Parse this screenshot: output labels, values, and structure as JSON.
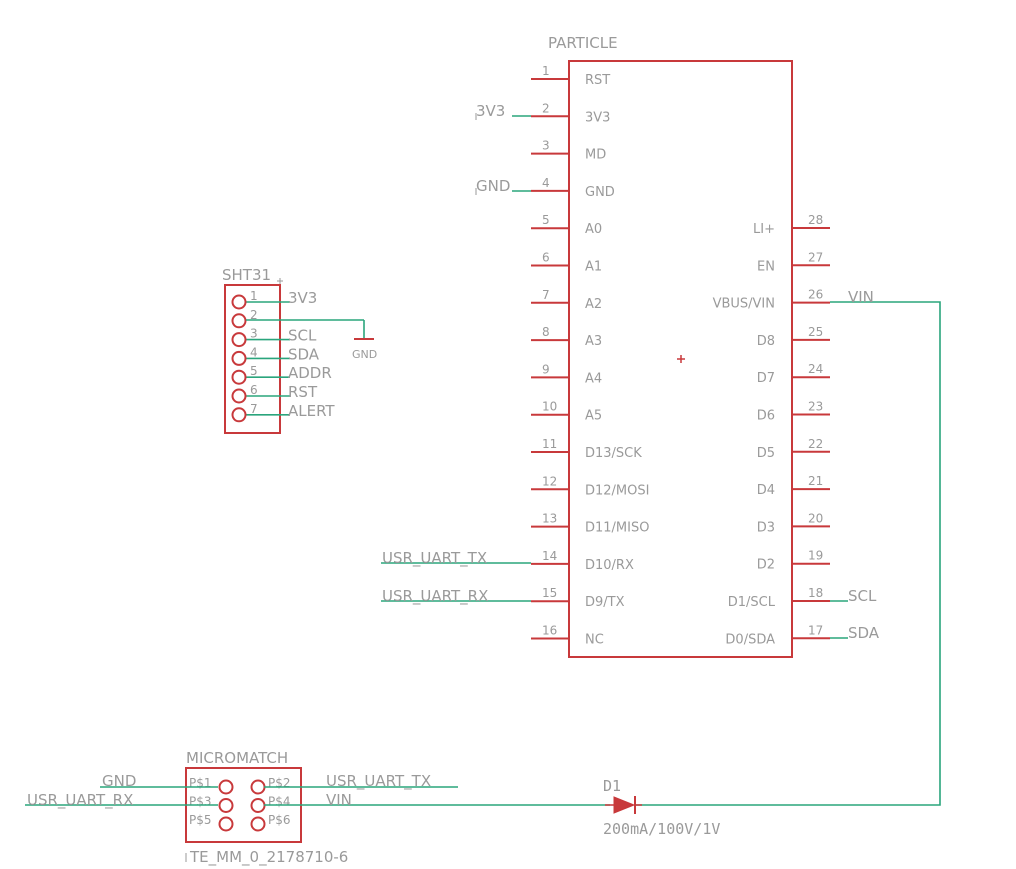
{
  "particle": {
    "name": "PARTICLE",
    "left_pins": [
      {
        "num": "1",
        "label": "RST"
      },
      {
        "num": "2",
        "label": "3V3"
      },
      {
        "num": "3",
        "label": "MD"
      },
      {
        "num": "4",
        "label": "GND"
      },
      {
        "num": "5",
        "label": "A0"
      },
      {
        "num": "6",
        "label": "A1"
      },
      {
        "num": "7",
        "label": "A2"
      },
      {
        "num": "8",
        "label": "A3"
      },
      {
        "num": "9",
        "label": "A4"
      },
      {
        "num": "10",
        "label": "A5"
      },
      {
        "num": "11",
        "label": "D13/SCK"
      },
      {
        "num": "12",
        "label": "D12/MOSI"
      },
      {
        "num": "13",
        "label": "D11/MISO"
      },
      {
        "num": "14",
        "label": "D10/RX"
      },
      {
        "num": "15",
        "label": "D9/TX"
      },
      {
        "num": "16",
        "label": "NC"
      }
    ],
    "right_pins": [
      {
        "num": "28",
        "label": "LI+"
      },
      {
        "num": "27",
        "label": "EN"
      },
      {
        "num": "26",
        "label": "VBUS/VIN"
      },
      {
        "num": "25",
        "label": "D8"
      },
      {
        "num": "24",
        "label": "D7"
      },
      {
        "num": "23",
        "label": "D6"
      },
      {
        "num": "22",
        "label": "D5"
      },
      {
        "num": "21",
        "label": "D4"
      },
      {
        "num": "20",
        "label": "D3"
      },
      {
        "num": "19",
        "label": "D2"
      },
      {
        "num": "18",
        "label": "D1/SCL"
      },
      {
        "num": "17",
        "label": "D0/SDA"
      }
    ],
    "nets": {
      "pin2": "3V3",
      "pin4": "GND",
      "pin14": "USR_UART_TX",
      "pin15": "USR_UART_RX",
      "pin26": "VIN",
      "pin18": "SCL",
      "pin17": "SDA"
    }
  },
  "sht31": {
    "name": "SHT31",
    "pins": [
      {
        "num": "1",
        "net": "3V3"
      },
      {
        "num": "2",
        "net": ""
      },
      {
        "num": "3",
        "net": "SCL"
      },
      {
        "num": "4",
        "net": "SDA"
      },
      {
        "num": "5",
        "net": "ADDR"
      },
      {
        "num": "6",
        "net": "RST"
      },
      {
        "num": "7",
        "net": "ALERT"
      }
    ],
    "gnd_label": "GND"
  },
  "micromatch": {
    "name": "MICROMATCH",
    "part": "TE_MM_0_2178710-6",
    "pins": [
      "P$1",
      "P$2",
      "P$3",
      "P$4",
      "P$5",
      "P$6"
    ],
    "nets": {
      "p1": "GND",
      "p2": "USR_UART_TX",
      "p3": "USR_UART_RX",
      "p4": "VIN"
    }
  },
  "diode": {
    "name": "D1",
    "value": "200mA/100V/1V"
  }
}
